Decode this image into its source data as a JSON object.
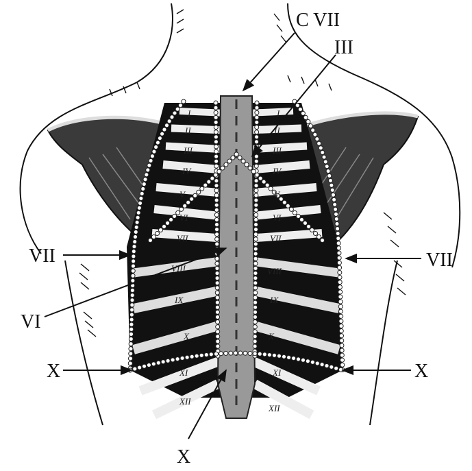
{
  "labels": {
    "c7": "C VII",
    "th3": "III",
    "left_vii": "VII",
    "right_vii": "VII",
    "left_vi": "VI",
    "left_x": "X",
    "right_x": "X",
    "bottom_x": "X"
  },
  "ribs": {
    "left": [
      "I",
      "II",
      "III",
      "IV",
      "V",
      "VI",
      "VII",
      "VIII",
      "IX",
      "X",
      "XI",
      "XII"
    ],
    "right": [
      "I",
      "II",
      "III",
      "IV",
      "V",
      "VI",
      "VII",
      "VIII",
      "IX",
      "X",
      "XI",
      "XII"
    ]
  }
}
